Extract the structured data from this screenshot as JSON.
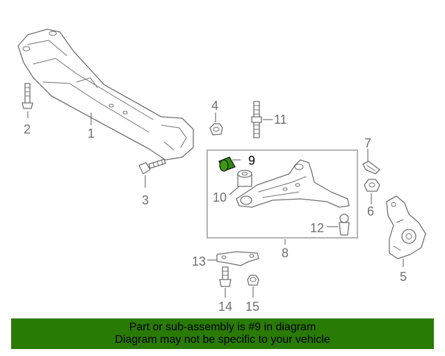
{
  "diagram": {
    "callouts": {
      "c1": "1",
      "c2": "2",
      "c3": "3",
      "c4": "4",
      "c5": "5",
      "c6": "6",
      "c7": "7",
      "c8": "8",
      "c9": "9",
      "c10": "10",
      "c11": "11",
      "c12": "12",
      "c13": "13",
      "c14": "14",
      "c15": "15"
    },
    "highlighted_part": "9",
    "colors": {
      "line": "#6e6e6e",
      "highlight_fill": "#2e8a0a",
      "banner_bg": "#2a7a06"
    }
  },
  "banner": {
    "line1": "Part or sub-assembly is #9 in diagram",
    "line2": "Diagram may not be specific to your vehicle"
  }
}
